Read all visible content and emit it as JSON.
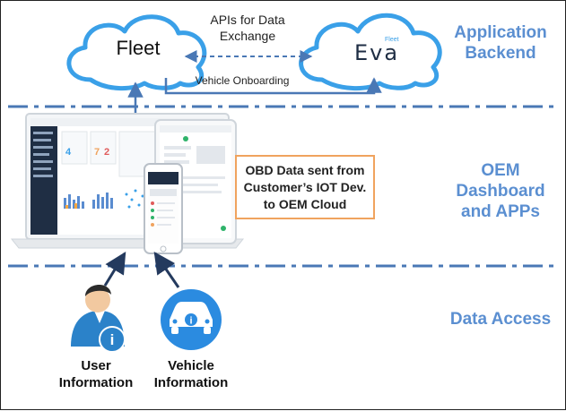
{
  "layers": {
    "backend": [
      "Application",
      "Backend"
    ],
    "oem": [
      "OEM",
      "Dashboard",
      "and APPs"
    ],
    "access": [
      "Data Access"
    ]
  },
  "clouds": {
    "fleet": "Fleet",
    "eva_logo": "Eva",
    "eva_small": "Fleet"
  },
  "arrows": {
    "api_exchange": [
      "APIs for Data",
      "Exchange"
    ],
    "onboarding": "Vehicle Onboarding"
  },
  "obd_box": [
    "OBD Data sent from",
    "Customer’s IOT Dev.",
    "to OEM Cloud"
  ],
  "sources": {
    "user": [
      "User",
      "Information"
    ],
    "vehicle": [
      "Vehicle",
      "Information"
    ]
  },
  "colors": {
    "label_blue": "#5b8fd1",
    "dash_blue": "#4a78b5",
    "cloud_blue": "#3aa0e8",
    "orange": "#f0a35e",
    "arrow_navy": "#243a5e"
  },
  "icons": [
    "cloud-icon",
    "laptop-dashboard-icon",
    "phone-app-icon",
    "user-info-icon",
    "vehicle-info-icon"
  ]
}
